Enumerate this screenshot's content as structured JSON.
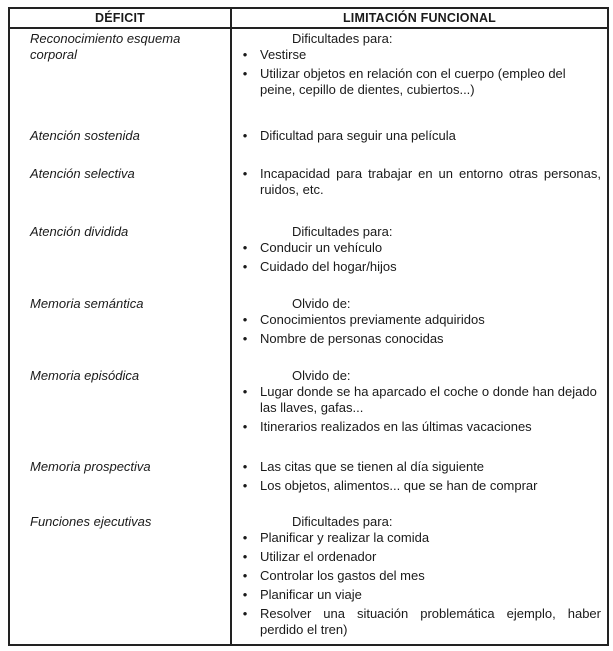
{
  "table": {
    "headers": [
      "DÉFICIT",
      "LIMITACIÓN FUNCIONAL"
    ],
    "rows": [
      {
        "deficit": "Reconocimiento esquema corporal",
        "intro": "Dificultades para:",
        "items": [
          "Vestirse",
          "Utilizar objetos en relación con el cuerpo (empleo del peine, cepillo de dientes, cubiertos...)"
        ]
      },
      {
        "deficit": "Atención sostenida",
        "intro": "",
        "items": [
          "Dificultad para seguir una película"
        ]
      },
      {
        "deficit": "Atención selectiva",
        "intro": "",
        "items": [
          "Incapacidad para trabajar en un entorno otras personas, ruidos, etc."
        ]
      },
      {
        "deficit": "Atención dividida",
        "intro": "Dificultades para:",
        "items": [
          "Conducir un vehículo",
          "Cuidado del hogar/hijos"
        ]
      },
      {
        "deficit": "Memoria semántica",
        "intro": "Olvido de:",
        "items": [
          "Conocimientos previamente adquiridos",
          "Nombre de personas conocidas"
        ]
      },
      {
        "deficit": "Memoria episódica",
        "intro": "Olvido de:",
        "items": [
          "Lugar donde se ha aparcado el coche o donde han dejado las llaves, gafas...",
          "Itinerarios realizados en las últimas vacaciones"
        ]
      },
      {
        "deficit": "Memoria prospectiva",
        "intro": "",
        "items": [
          "Las citas que se tienen al día siguiente",
          "Los objetos, alimentos... que se han de comprar"
        ]
      },
      {
        "deficit": "Funciones ejecutivas",
        "intro": "Dificultades para:",
        "items": [
          "Planificar y realizar la comida",
          "Utilizar el ordenador",
          "Controlar los gastos del mes",
          "Planificar un viaje",
          "Resolver una situación problemática ejemplo, haber perdido el tren)"
        ]
      }
    ],
    "bullet_char": "•"
  }
}
